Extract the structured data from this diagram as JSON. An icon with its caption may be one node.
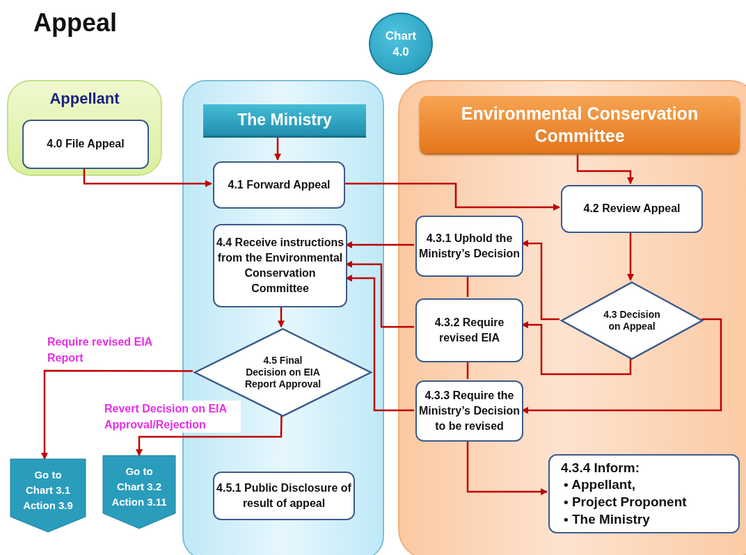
{
  "diagram": {
    "title": "Appeal",
    "nodes": [
      {
        "text": [
          "Chart 4.0"
        ]
      },
      {
        "text": [
          "Appellant"
        ]
      },
      {
        "text": [
          "4.0 File Appeal"
        ],
        "in": 1
      },
      {
        "text": [],
        "shape": "box"
      },
      {
        "text": [
          "The Ministry"
        ],
        "in": 3
      },
      {
        "text": [
          "4.1 Forward Appeal"
        ],
        "in": 3
      },
      {
        "text": [
          "4.4 Receive instructions from the Environmental Conservation Committee"
        ],
        "in": 3
      },
      {
        "text": [
          "4.5 Final Decision on EIA Report Approval"
        ],
        "in": 3
      },
      {
        "text": [
          "4.5.1 Public Disclosure of result of appeal"
        ],
        "in": 3
      },
      {
        "text": [],
        "shape": "box"
      },
      {
        "text": [
          "Environmental Conservation Committee"
        ],
        "in": 9
      },
      {
        "text": [
          "4.2 Review Appeal"
        ],
        "in": 9
      },
      {
        "text": [
          "4.3.1 Uphold the Ministry’s Decision"
        ],
        "in": 9
      },
      {
        "text": [
          "4.3.2 Require revised EIA"
        ],
        "in": 9
      },
      {
        "text": [
          "4.3 Decision on Appeal"
        ],
        "in": 9
      },
      {
        "text": [
          "4.3.3 Require the Ministry’s Decision to be revised"
        ],
        "in": 9
      },
      {
        "text": [
          "4.3.4 Inform:",
          "• Appellant,",
          "• Project Proponent",
          "• The Ministry"
        ],
        "in": 9
      },
      {
        "text": [
          "Go to Chart 3.1 Action 3.9"
        ]
      },
      {
        "text": [
          "Go to Chart 3.2 Action 3.11"
        ]
      }
    ],
    "edges": [
      {
        "from": 2,
        "to": 5,
        "arrow": "to"
      },
      {
        "from": 4,
        "to": 5,
        "arrow": "to"
      },
      {
        "from": 5,
        "to": 11,
        "arrow": "to"
      },
      {
        "from": 10,
        "to": 11,
        "arrow": "to"
      },
      {
        "from": 11,
        "to": 14,
        "arrow": "to"
      },
      {
        "from": 14,
        "to": 12,
        "arrow": "to"
      },
      {
        "from": 14,
        "to": 13,
        "arrow": "to"
      },
      {
        "from": 14,
        "to": 15,
        "arrow": "to"
      },
      {
        "from": 12,
        "to": 6,
        "arrow": "to"
      },
      {
        "from": 13,
        "to": 6,
        "arrow": "to"
      },
      {
        "from": 15,
        "to": 6,
        "arrow": "to"
      },
      {
        "from": 12,
        "to": 13,
        "arrow": "none"
      },
      {
        "from": 13,
        "to": 15,
        "arrow": "none"
      },
      {
        "from": 15,
        "to": 16,
        "arrow": "to"
      },
      {
        "from": 6,
        "to": 7,
        "arrow": "to"
      },
      {
        "from": 7,
        "to": 17,
        "arrow": "to",
        "label": "Require revised EIA Report"
      },
      {
        "from": 7,
        "to": 18,
        "arrow": "to",
        "label": "Revert Decision on EIA Approval/Rejection"
      }
    ]
  }
}
